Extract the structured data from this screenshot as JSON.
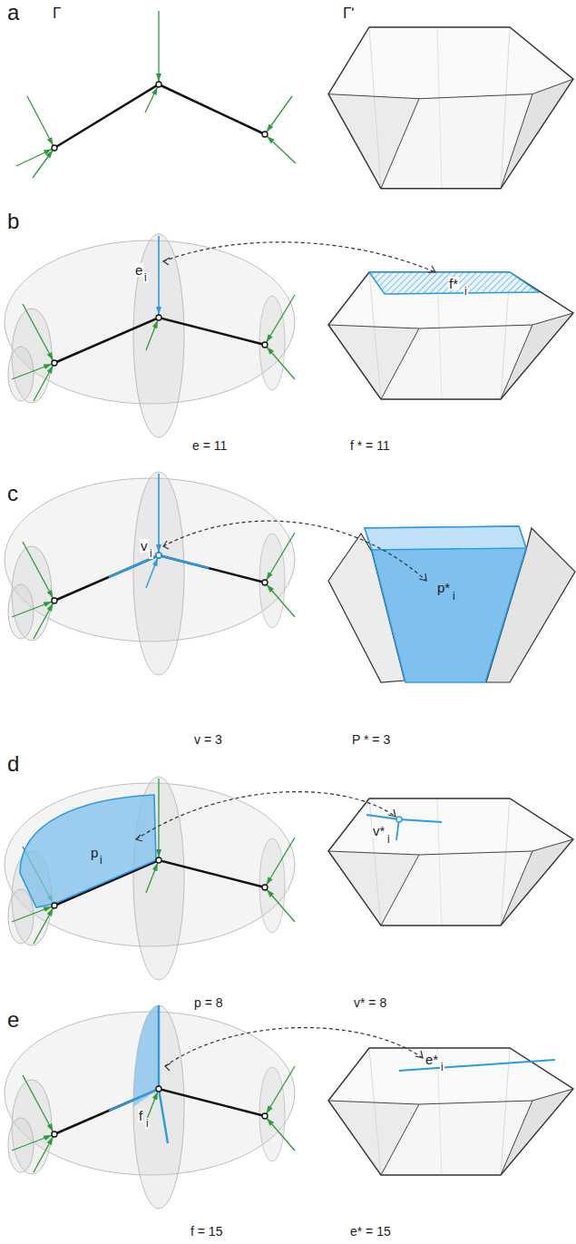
{
  "diagram": {
    "labels": [
      "a",
      "Γ",
      "Γʹ",
      "b",
      "e",
      "i",
      "f*",
      "i",
      "e = 11",
      "f * = 11",
      "c",
      "v",
      "i",
      "p*",
      "i",
      "v = 3",
      "P * = 3",
      "d",
      "p",
      "i",
      "v*",
      "i",
      "p = 8",
      "v* = 8",
      "e",
      "f",
      "i",
      "e*",
      "i",
      "f = 15",
      "e* = 15"
    ]
  }
}
